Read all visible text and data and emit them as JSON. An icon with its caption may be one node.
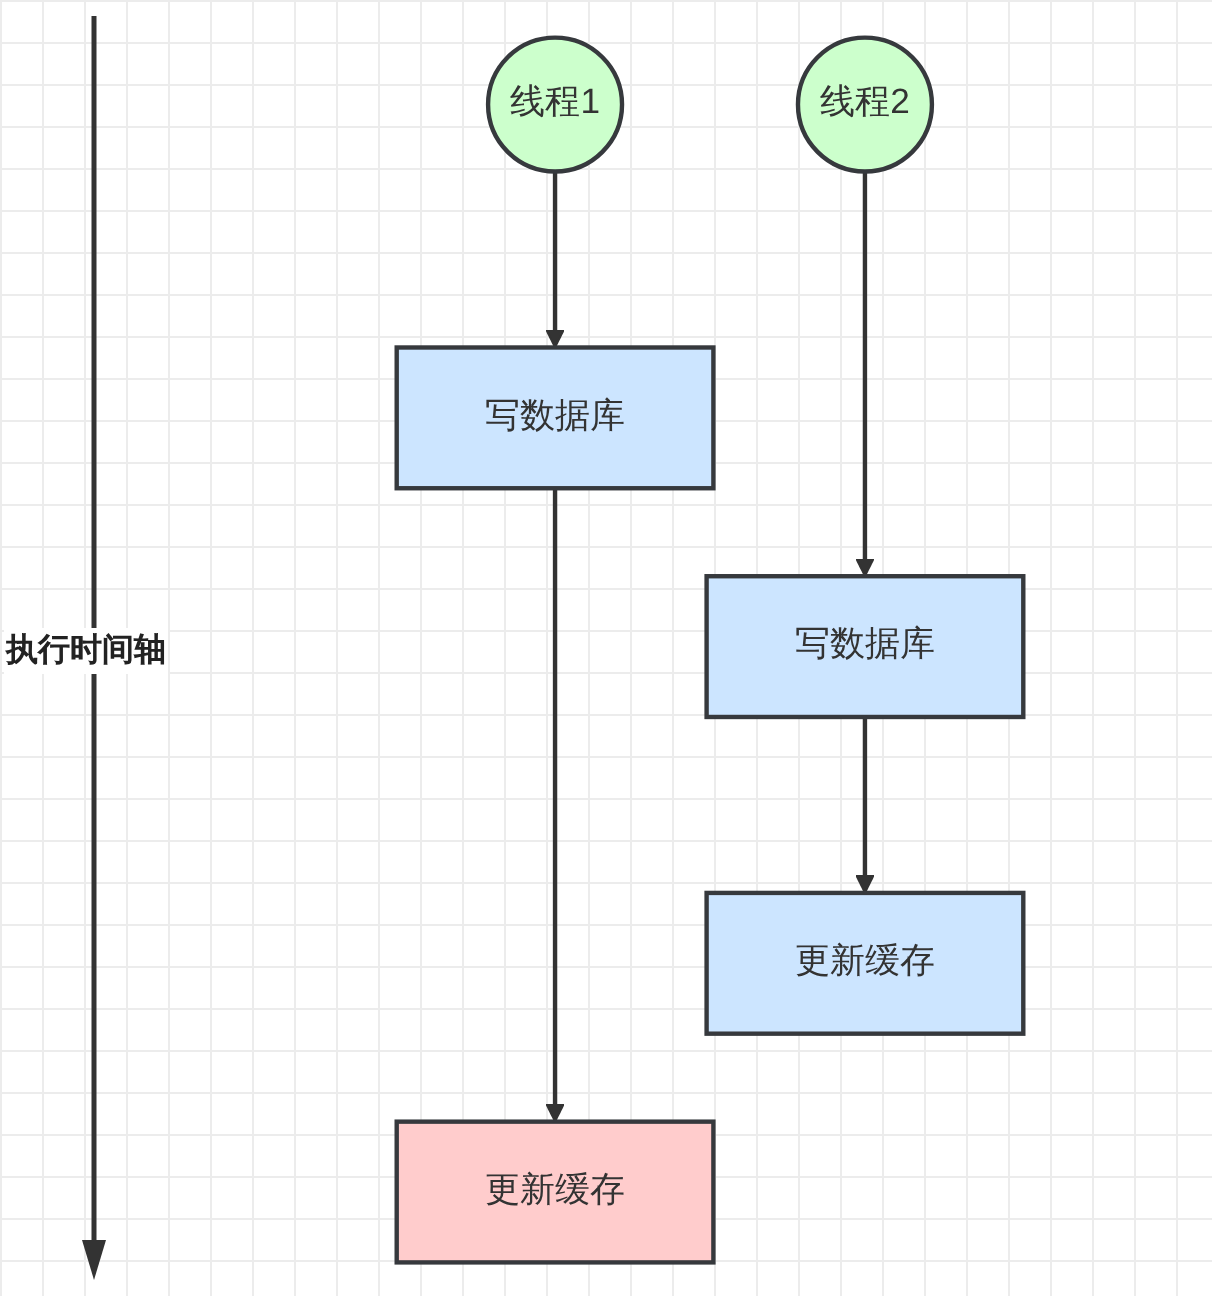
{
  "diagram": {
    "nodes": [
      {
        "text": [
          "线程1"
        ]
      },
      {
        "text": [
          "线程2"
        ]
      },
      {
        "text": [
          "写数据库"
        ]
      },
      {
        "text": [
          "写数据库"
        ]
      },
      {
        "text": [
          "更新缓存"
        ]
      },
      {
        "text": [
          "更新缓存"
        ]
      }
    ],
    "edges": [
      {
        "from": 0,
        "to": 2,
        "arrow": "to"
      },
      {
        "from": 2,
        "to": 5,
        "arrow": "to"
      },
      {
        "from": 1,
        "to": 3,
        "arrow": "to"
      },
      {
        "from": 3,
        "to": 4,
        "arrow": "to"
      }
    ],
    "labels": [
      "执行时间轴"
    ]
  }
}
